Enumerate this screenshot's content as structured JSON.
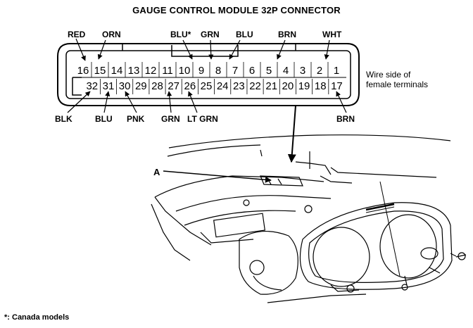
{
  "title": "GAUGE CONTROL MODULE 32P CONNECTOR",
  "top_wire_labels": [
    "RED",
    "ORN",
    "BLU*",
    "GRN",
    "BLU",
    "BRN",
    "WHT"
  ],
  "bottom_wire_labels": [
    "BLK",
    "BLU",
    "PNK",
    "GRN",
    "LT GRN",
    "BRN"
  ],
  "top_row_pins": [
    "16",
    "15",
    "14",
    "13",
    "12",
    "11",
    "10",
    "9",
    "8",
    "7",
    "6",
    "5",
    "4",
    "3",
    "2",
    "1"
  ],
  "bottom_row_pins": [
    "32",
    "31",
    "30",
    "29",
    "28",
    "27",
    "26",
    "25",
    "24",
    "23",
    "22",
    "21",
    "20",
    "19",
    "18",
    "17"
  ],
  "side_note": [
    "Wire side of",
    "female terminals"
  ],
  "callout_a": "A",
  "footnote": "*: Canada models"
}
